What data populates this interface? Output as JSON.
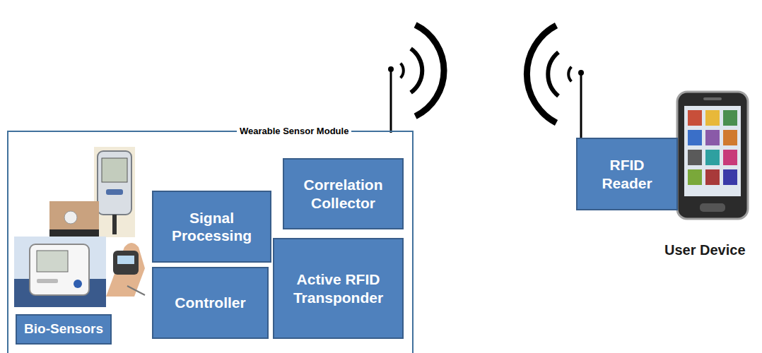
{
  "diagram": {
    "nodes": [
      {
        "text": [
          "Wearable Sensor Module"
        ]
      },
      {
        "text": [
          "Bio-Sensors"
        ],
        "in": 0
      },
      {
        "text": [
          "Signal Processing"
        ],
        "in": 0
      },
      {
        "text": [
          "Controller"
        ],
        "in": 0
      },
      {
        "text": [
          "Correlation Collector"
        ],
        "in": 0
      },
      {
        "text": [
          "Active RFID Transponder"
        ],
        "in": 0
      },
      {
        "text": [
          "RFID Reader"
        ]
      }
    ],
    "labels": [
      "User Device"
    ]
  }
}
